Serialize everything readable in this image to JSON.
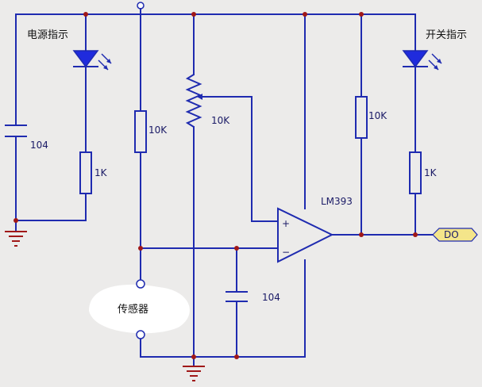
{
  "labels": {
    "power_indicator": "电源指示",
    "switch_indicator": "开关指示",
    "sensor": "传感器",
    "comparator": "LM393",
    "output": "DO",
    "cap_left": "104",
    "cap_sensor": "104",
    "res_left_1k": "1K",
    "res_right_1k": "1K",
    "res_sensor_10k": "10K",
    "pot_10k": "10K",
    "res_pullup_10k": "10K",
    "plus": "+",
    "minus": "−"
  },
  "colors": {
    "wire": "#1f2bb0",
    "node": "#a01818",
    "led": "#1f2bdd",
    "output_tag": "#f4e58a"
  }
}
